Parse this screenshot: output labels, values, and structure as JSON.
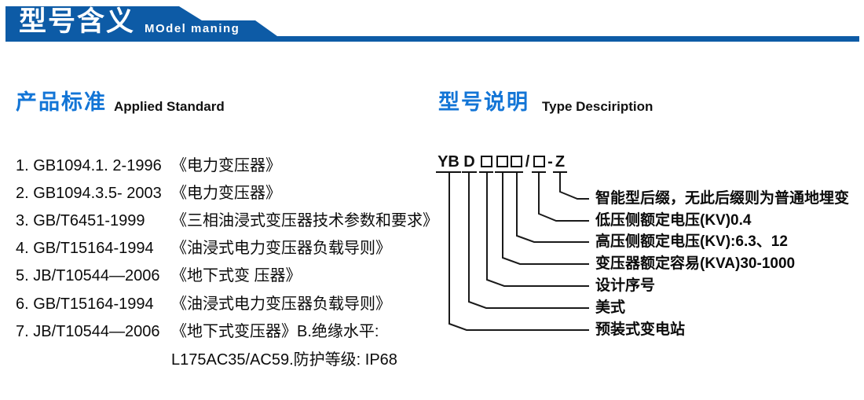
{
  "colors": {
    "header_blue": "#0d5ba6",
    "accent_blue": "#1375d6",
    "text": "#0b0b0b",
    "line": "#1a1a1a"
  },
  "header": {
    "title_zh": "型号含义",
    "title_en": "MOdel maning"
  },
  "sections": {
    "standards": {
      "title_zh": "产品标准",
      "title_en": "Applied Standard"
    },
    "type_desc": {
      "title_zh": "型号说明",
      "title_en": "Type Desciription"
    }
  },
  "standards_list": [
    {
      "code": "1. GB1094.1. 2-1996",
      "title": "《电力变压器》"
    },
    {
      "code": "2. GB1094.3.5- 2003",
      "title": "《电力变压器》"
    },
    {
      "code": "3. GB/T6451-1999",
      "title": "《三相油浸式变压器技术参数和要求》"
    },
    {
      "code": "4. GB/T15164-1994",
      "title": "《油浸式电力变压器负载导则》"
    },
    {
      "code": "5. JB/T10544—2006",
      "title": "《地下式变 压器》"
    },
    {
      "code": "6. GB/T15164-1994",
      "title": "《油浸式电力变压器负载导则》"
    },
    {
      "code": "7. JB/T10544—2006",
      "title": "《地下式变压器》B.绝缘水平:"
    },
    {
      "code": "",
      "title": "L175AC35/AC59.防护等级: IP68"
    }
  ],
  "diagram": {
    "code": {
      "yb": "YB",
      "d": "D",
      "slash": "/",
      "dash": "-",
      "z": "Z"
    },
    "labels": [
      "智能型后缀，无此后缀则为普通地埋变",
      "低压侧额定电压(KV)0.4",
      "高压侧额定电压(KV):6.3、12",
      "变压器额定容易(KVA)30-1000",
      "设计序号",
      "美式",
      "预装式变电站"
    ]
  }
}
